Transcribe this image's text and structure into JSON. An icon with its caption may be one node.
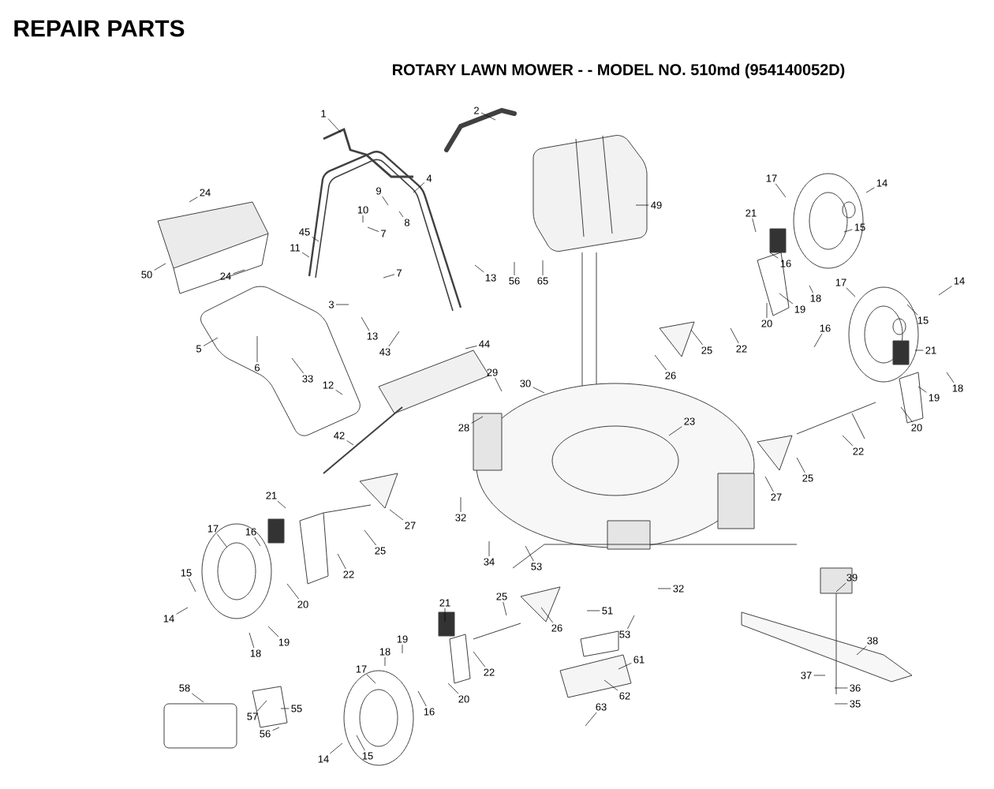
{
  "diagram": {
    "title": "REPAIR PARTS",
    "nodes": [
      {
        "text": [
          "1"
        ]
      },
      {
        "text": [
          "2"
        ]
      },
      {
        "text": [
          "24"
        ]
      },
      {
        "text": [
          "50"
        ]
      },
      {
        "text": [
          "24"
        ]
      },
      {
        "text": [
          "45"
        ]
      },
      {
        "text": [
          "11"
        ]
      },
      {
        "text": [
          "9"
        ]
      },
      {
        "text": [
          "10"
        ]
      },
      {
        "text": [
          "4"
        ]
      },
      {
        "text": [
          "8"
        ]
      },
      {
        "text": [
          "7"
        ]
      },
      {
        "text": [
          "7"
        ]
      },
      {
        "text": [
          "3"
        ]
      },
      {
        "text": [
          "13"
        ]
      },
      {
        "text": [
          "13"
        ]
      },
      {
        "text": [
          "49"
        ]
      },
      {
        "text": [
          "56"
        ]
      },
      {
        "text": [
          "65"
        ]
      },
      {
        "text": [
          "5"
        ]
      },
      {
        "text": [
          "6"
        ]
      },
      {
        "text": [
          "33"
        ]
      },
      {
        "text": [
          "12"
        ]
      },
      {
        "text": [
          "43"
        ]
      },
      {
        "text": [
          "44"
        ]
      },
      {
        "text": [
          "42"
        ]
      },
      {
        "text": [
          "29"
        ]
      },
      {
        "text": [
          "30"
        ]
      },
      {
        "text": [
          "28"
        ]
      },
      {
        "text": [
          "17"
        ]
      },
      {
        "text": [
          "14"
        ]
      },
      {
        "text": [
          "21"
        ]
      },
      {
        "text": [
          "15"
        ]
      },
      {
        "text": [
          "16"
        ]
      },
      {
        "text": [
          "18"
        ]
      },
      {
        "text": [
          "19"
        ]
      },
      {
        "text": [
          "20"
        ]
      },
      {
        "text": [
          "22"
        ]
      },
      {
        "text": [
          "25"
        ]
      },
      {
        "text": [
          "26"
        ]
      },
      {
        "text": [
          "17"
        ]
      },
      {
        "text": [
          "14"
        ]
      },
      {
        "text": [
          "16"
        ]
      },
      {
        "text": [
          "15"
        ]
      },
      {
        "text": [
          "21"
        ]
      },
      {
        "text": [
          "18"
        ]
      },
      {
        "text": [
          "19"
        ]
      },
      {
        "text": [
          "20"
        ]
      },
      {
        "text": [
          "23"
        ]
      },
      {
        "text": [
          "22"
        ]
      },
      {
        "text": [
          "25"
        ]
      },
      {
        "text": [
          "27"
        ]
      },
      {
        "text": [
          "27"
        ]
      },
      {
        "text": [
          "32"
        ]
      },
      {
        "text": [
          "25"
        ]
      },
      {
        "text": [
          "22"
        ]
      },
      {
        "text": [
          "34"
        ]
      },
      {
        "text": [
          "53"
        ]
      },
      {
        "text": [
          "21"
        ]
      },
      {
        "text": [
          "17"
        ]
      },
      {
        "text": [
          "16"
        ]
      },
      {
        "text": [
          "15"
        ]
      },
      {
        "text": [
          "14"
        ]
      },
      {
        "text": [
          "20"
        ]
      },
      {
        "text": [
          "19"
        ]
      },
      {
        "text": [
          "18"
        ]
      },
      {
        "text": [
          "32"
        ]
      },
      {
        "text": [
          "51"
        ]
      },
      {
        "text": [
          "53"
        ]
      },
      {
        "text": [
          "25"
        ]
      },
      {
        "text": [
          "26"
        ]
      },
      {
        "text": [
          "21"
        ]
      },
      {
        "text": [
          "19"
        ]
      },
      {
        "text": [
          "18"
        ]
      },
      {
        "text": [
          "17"
        ]
      },
      {
        "text": [
          "22"
        ]
      },
      {
        "text": [
          "20"
        ]
      },
      {
        "text": [
          "16"
        ]
      },
      {
        "text": [
          "61"
        ]
      },
      {
        "text": [
          "62"
        ]
      },
      {
        "text": [
          "63"
        ]
      },
      {
        "text": [
          "14"
        ]
      },
      {
        "text": [
          "15"
        ]
      },
      {
        "text": [
          "39"
        ]
      },
      {
        "text": [
          "38"
        ]
      },
      {
        "text": [
          "37"
        ]
      },
      {
        "text": [
          "36"
        ]
      },
      {
        "text": [
          "35"
        ]
      },
      {
        "text": [
          "58"
        ]
      },
      {
        "text": [
          "57"
        ]
      },
      {
        "text": [
          "55"
        ]
      },
      {
        "text": [
          "56"
        ]
      }
    ],
    "edges": [
      {
        "from": 0,
        "to": null,
        "arrow": "none"
      },
      {
        "from": 1,
        "to": null,
        "arrow": "none"
      },
      {
        "from": 2,
        "to": null,
        "arrow": "none"
      },
      {
        "from": 3,
        "to": null,
        "arrow": "none"
      },
      {
        "from": 4,
        "to": null,
        "arrow": "none"
      },
      {
        "from": 5,
        "to": null,
        "arrow": "none"
      },
      {
        "from": 6,
        "to": null,
        "arrow": "none"
      },
      {
        "from": 7,
        "to": null,
        "arrow": "none"
      },
      {
        "from": 8,
        "to": null,
        "arrow": "none"
      },
      {
        "from": 9,
        "to": null,
        "arrow": "none"
      },
      {
        "from": 10,
        "to": null,
        "arrow": "none"
      },
      {
        "from": 11,
        "to": null,
        "arrow": "none"
      },
      {
        "from": 12,
        "to": null,
        "arrow": "none"
      },
      {
        "from": 13,
        "to": null,
        "arrow": "none"
      },
      {
        "from": 14,
        "to": null,
        "arrow": "none"
      },
      {
        "from": 15,
        "to": null,
        "arrow": "none"
      },
      {
        "from": 16,
        "to": null,
        "arrow": "none"
      },
      {
        "from": 17,
        "to": null,
        "arrow": "none"
      },
      {
        "from": 18,
        "to": null,
        "arrow": "none"
      },
      {
        "from": 19,
        "to": null,
        "arrow": "none"
      },
      {
        "from": 20,
        "to": null,
        "arrow": "none"
      },
      {
        "from": 21,
        "to": null,
        "arrow": "none"
      },
      {
        "from": 22,
        "to": null,
        "arrow": "none"
      },
      {
        "from": 23,
        "to": null,
        "arrow": "none"
      },
      {
        "from": 24,
        "to": null,
        "arrow": "none"
      },
      {
        "from": 25,
        "to": null,
        "arrow": "none"
      },
      {
        "from": 26,
        "to": null,
        "arrow": "none"
      },
      {
        "from": 27,
        "to": null,
        "arrow": "none"
      },
      {
        "from": 28,
        "to": null,
        "arrow": "none"
      },
      {
        "from": 29,
        "to": null,
        "arrow": "none"
      },
      {
        "from": 30,
        "to": null,
        "arrow": "none"
      },
      {
        "from": 31,
        "to": null,
        "arrow": "none"
      },
      {
        "from": 32,
        "to": null,
        "arrow": "none"
      },
      {
        "from": 33,
        "to": null,
        "arrow": "none"
      },
      {
        "from": 34,
        "to": null,
        "arrow": "none"
      },
      {
        "from": 35,
        "to": null,
        "arrow": "none"
      },
      {
        "from": 36,
        "to": null,
        "arrow": "none"
      },
      {
        "from": 37,
        "to": null,
        "arrow": "none"
      },
      {
        "from": 38,
        "to": null,
        "arrow": "none"
      },
      {
        "from": 39,
        "to": null,
        "arrow": "none"
      },
      {
        "from": 40,
        "to": null,
        "arrow": "none"
      },
      {
        "from": 41,
        "to": null,
        "arrow": "none"
      },
      {
        "from": 42,
        "to": null,
        "arrow": "none"
      },
      {
        "from": 43,
        "to": null,
        "arrow": "none"
      },
      {
        "from": 44,
        "to": null,
        "arrow": "none"
      },
      {
        "from": 45,
        "to": null,
        "arrow": "none"
      },
      {
        "from": 46,
        "to": null,
        "arrow": "none"
      },
      {
        "from": 47,
        "to": null,
        "arrow": "none"
      },
      {
        "from": 48,
        "to": null,
        "arrow": "none"
      },
      {
        "from": 49,
        "to": null,
        "arrow": "none"
      },
      {
        "from": 50,
        "to": null,
        "arrow": "none"
      },
      {
        "from": 51,
        "to": null,
        "arrow": "none"
      },
      {
        "from": 52,
        "to": null,
        "arrow": "none"
      },
      {
        "from": 53,
        "to": null,
        "arrow": "none"
      },
      {
        "from": 54,
        "to": null,
        "arrow": "none"
      },
      {
        "from": 55,
        "to": null,
        "arrow": "none"
      },
      {
        "from": 56,
        "to": null,
        "arrow": "none"
      },
      {
        "from": 57,
        "to": null,
        "arrow": "none"
      },
      {
        "from": 58,
        "to": null,
        "arrow": "none"
      },
      {
        "from": 59,
        "to": null,
        "arrow": "none"
      },
      {
        "from": 60,
        "to": null,
        "arrow": "none"
      },
      {
        "from": 61,
        "to": null,
        "arrow": "none"
      },
      {
        "from": 62,
        "to": null,
        "arrow": "none"
      },
      {
        "from": 63,
        "to": null,
        "arrow": "none"
      },
      {
        "from": 64,
        "to": null,
        "arrow": "none"
      },
      {
        "from": 65,
        "to": null,
        "arrow": "none"
      },
      {
        "from": 66,
        "to": null,
        "arrow": "none"
      },
      {
        "from": 67,
        "to": null,
        "arrow": "none"
      },
      {
        "from": 68,
        "to": null,
        "arrow": "none"
      },
      {
        "from": 69,
        "to": null,
        "arrow": "none"
      },
      {
        "from": 70,
        "to": null,
        "arrow": "none"
      },
      {
        "from": 71,
        "to": null,
        "arrow": "none"
      },
      {
        "from": 72,
        "to": null,
        "arrow": "none"
      },
      {
        "from": 73,
        "to": null,
        "arrow": "none"
      },
      {
        "from": 74,
        "to": null,
        "arrow": "none"
      },
      {
        "from": 75,
        "to": null,
        "arrow": "none"
      },
      {
        "from": 76,
        "to": null,
        "arrow": "none"
      },
      {
        "from": 77,
        "to": null,
        "arrow": "none"
      },
      {
        "from": 78,
        "to": null,
        "arrow": "none"
      },
      {
        "from": 79,
        "to": null,
        "arrow": "none"
      },
      {
        "from": 80,
        "to": null,
        "arrow": "none"
      },
      {
        "from": 81,
        "to": null,
        "arrow": "none"
      },
      {
        "from": 82,
        "to": null,
        "arrow": "none"
      },
      {
        "from": 83,
        "to": null,
        "arrow": "none"
      },
      {
        "from": 84,
        "to": null,
        "arrow": "none"
      },
      {
        "from": 85,
        "to": null,
        "arrow": "none"
      },
      {
        "from": 86,
        "to": null,
        "arrow": "none"
      },
      {
        "from": 87,
        "to": null,
        "arrow": "none"
      },
      {
        "from": 88,
        "to": null,
        "arrow": "none"
      },
      {
        "from": 89,
        "to": null,
        "arrow": "none"
      },
      {
        "from": 90,
        "to": null,
        "arrow": "none"
      },
      {
        "from": 91,
        "to": null,
        "arrow": "none"
      }
    ],
    "labels": [
      "ROTARY LAWN MOWER - - MODEL NO. 510md (954140052D)"
    ]
  }
}
